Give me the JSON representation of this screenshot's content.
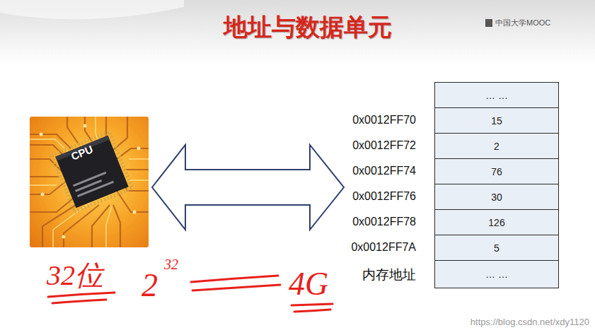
{
  "diagram": {
    "title": "地址与数据单元",
    "nodes": [
      {
        "text": [
          "… …"
        ]
      },
      {
        "text": [
          "15"
        ]
      },
      {
        "text": [
          "2"
        ]
      },
      {
        "text": [
          "76"
        ]
      },
      {
        "text": [
          "30"
        ]
      },
      {
        "text": [
          "126"
        ]
      },
      {
        "text": [
          "5"
        ]
      },
      {
        "text": [
          "… …"
        ]
      }
    ],
    "labels": [
      "中国大学MOOC",
      "CPU",
      "0x0012FF70",
      "0x0012FF72",
      "0x0012FF74",
      "0x0012FF76",
      "0x0012FF78",
      "0x0012FF7A",
      "内存地址",
      "32位",
      "2",
      "32",
      "4G",
      "https://blog.csdn.net/xdy1120"
    ]
  }
}
